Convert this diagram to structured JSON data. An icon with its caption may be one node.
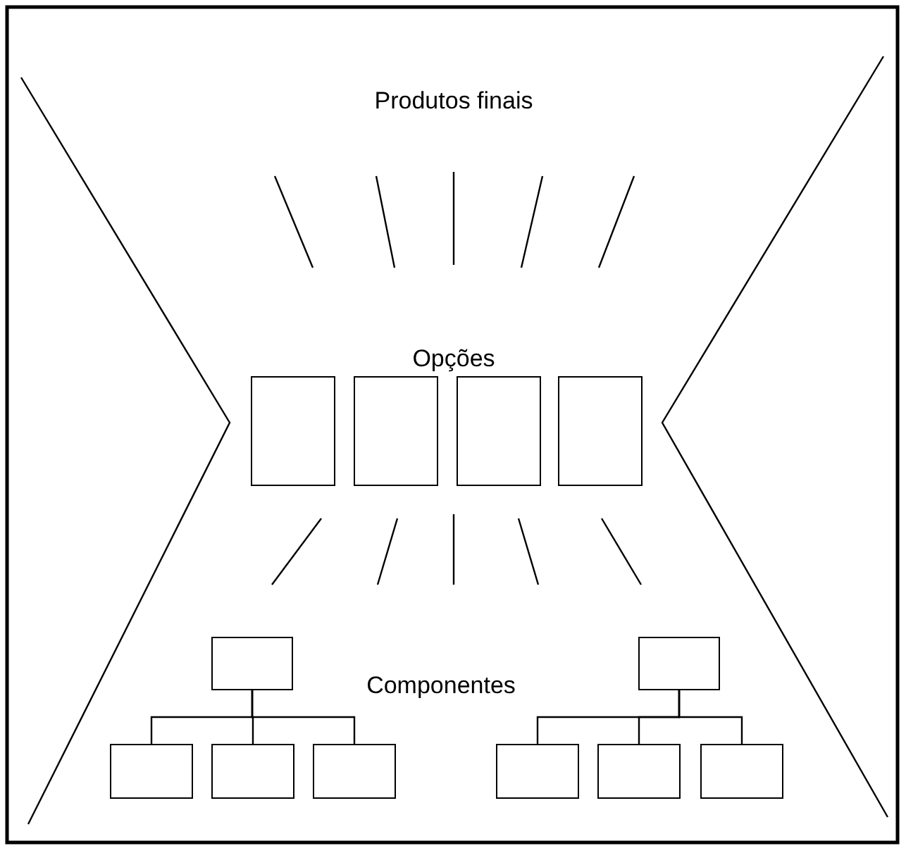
{
  "diagram": {
    "nodes": [
      {
        "text": [],
        "shape": "box"
      },
      {
        "text": [],
        "shape": "box"
      },
      {
        "text": [],
        "shape": "box"
      },
      {
        "text": [],
        "shape": "box"
      },
      {
        "text": [],
        "shape": "box"
      },
      {
        "text": [],
        "shape": "box"
      },
      {
        "text": [],
        "shape": "box"
      },
      {
        "text": [],
        "shape": "box"
      },
      {
        "text": [],
        "shape": "box"
      },
      {
        "text": [],
        "shape": "box"
      },
      {
        "text": [],
        "shape": "box"
      },
      {
        "text": [],
        "shape": "box"
      }
    ],
    "edges": [
      {
        "from": 4,
        "to": 6,
        "arrow": "none"
      },
      {
        "from": 4,
        "to": 7,
        "arrow": "none"
      },
      {
        "from": 4,
        "to": 8,
        "arrow": "none"
      },
      {
        "from": 5,
        "to": 9,
        "arrow": "none"
      },
      {
        "from": 5,
        "to": 10,
        "arrow": "none"
      },
      {
        "from": 5,
        "to": 11,
        "arrow": "none"
      }
    ],
    "labels": [
      "Produtos finais",
      "Opções",
      "Componentes"
    ]
  }
}
